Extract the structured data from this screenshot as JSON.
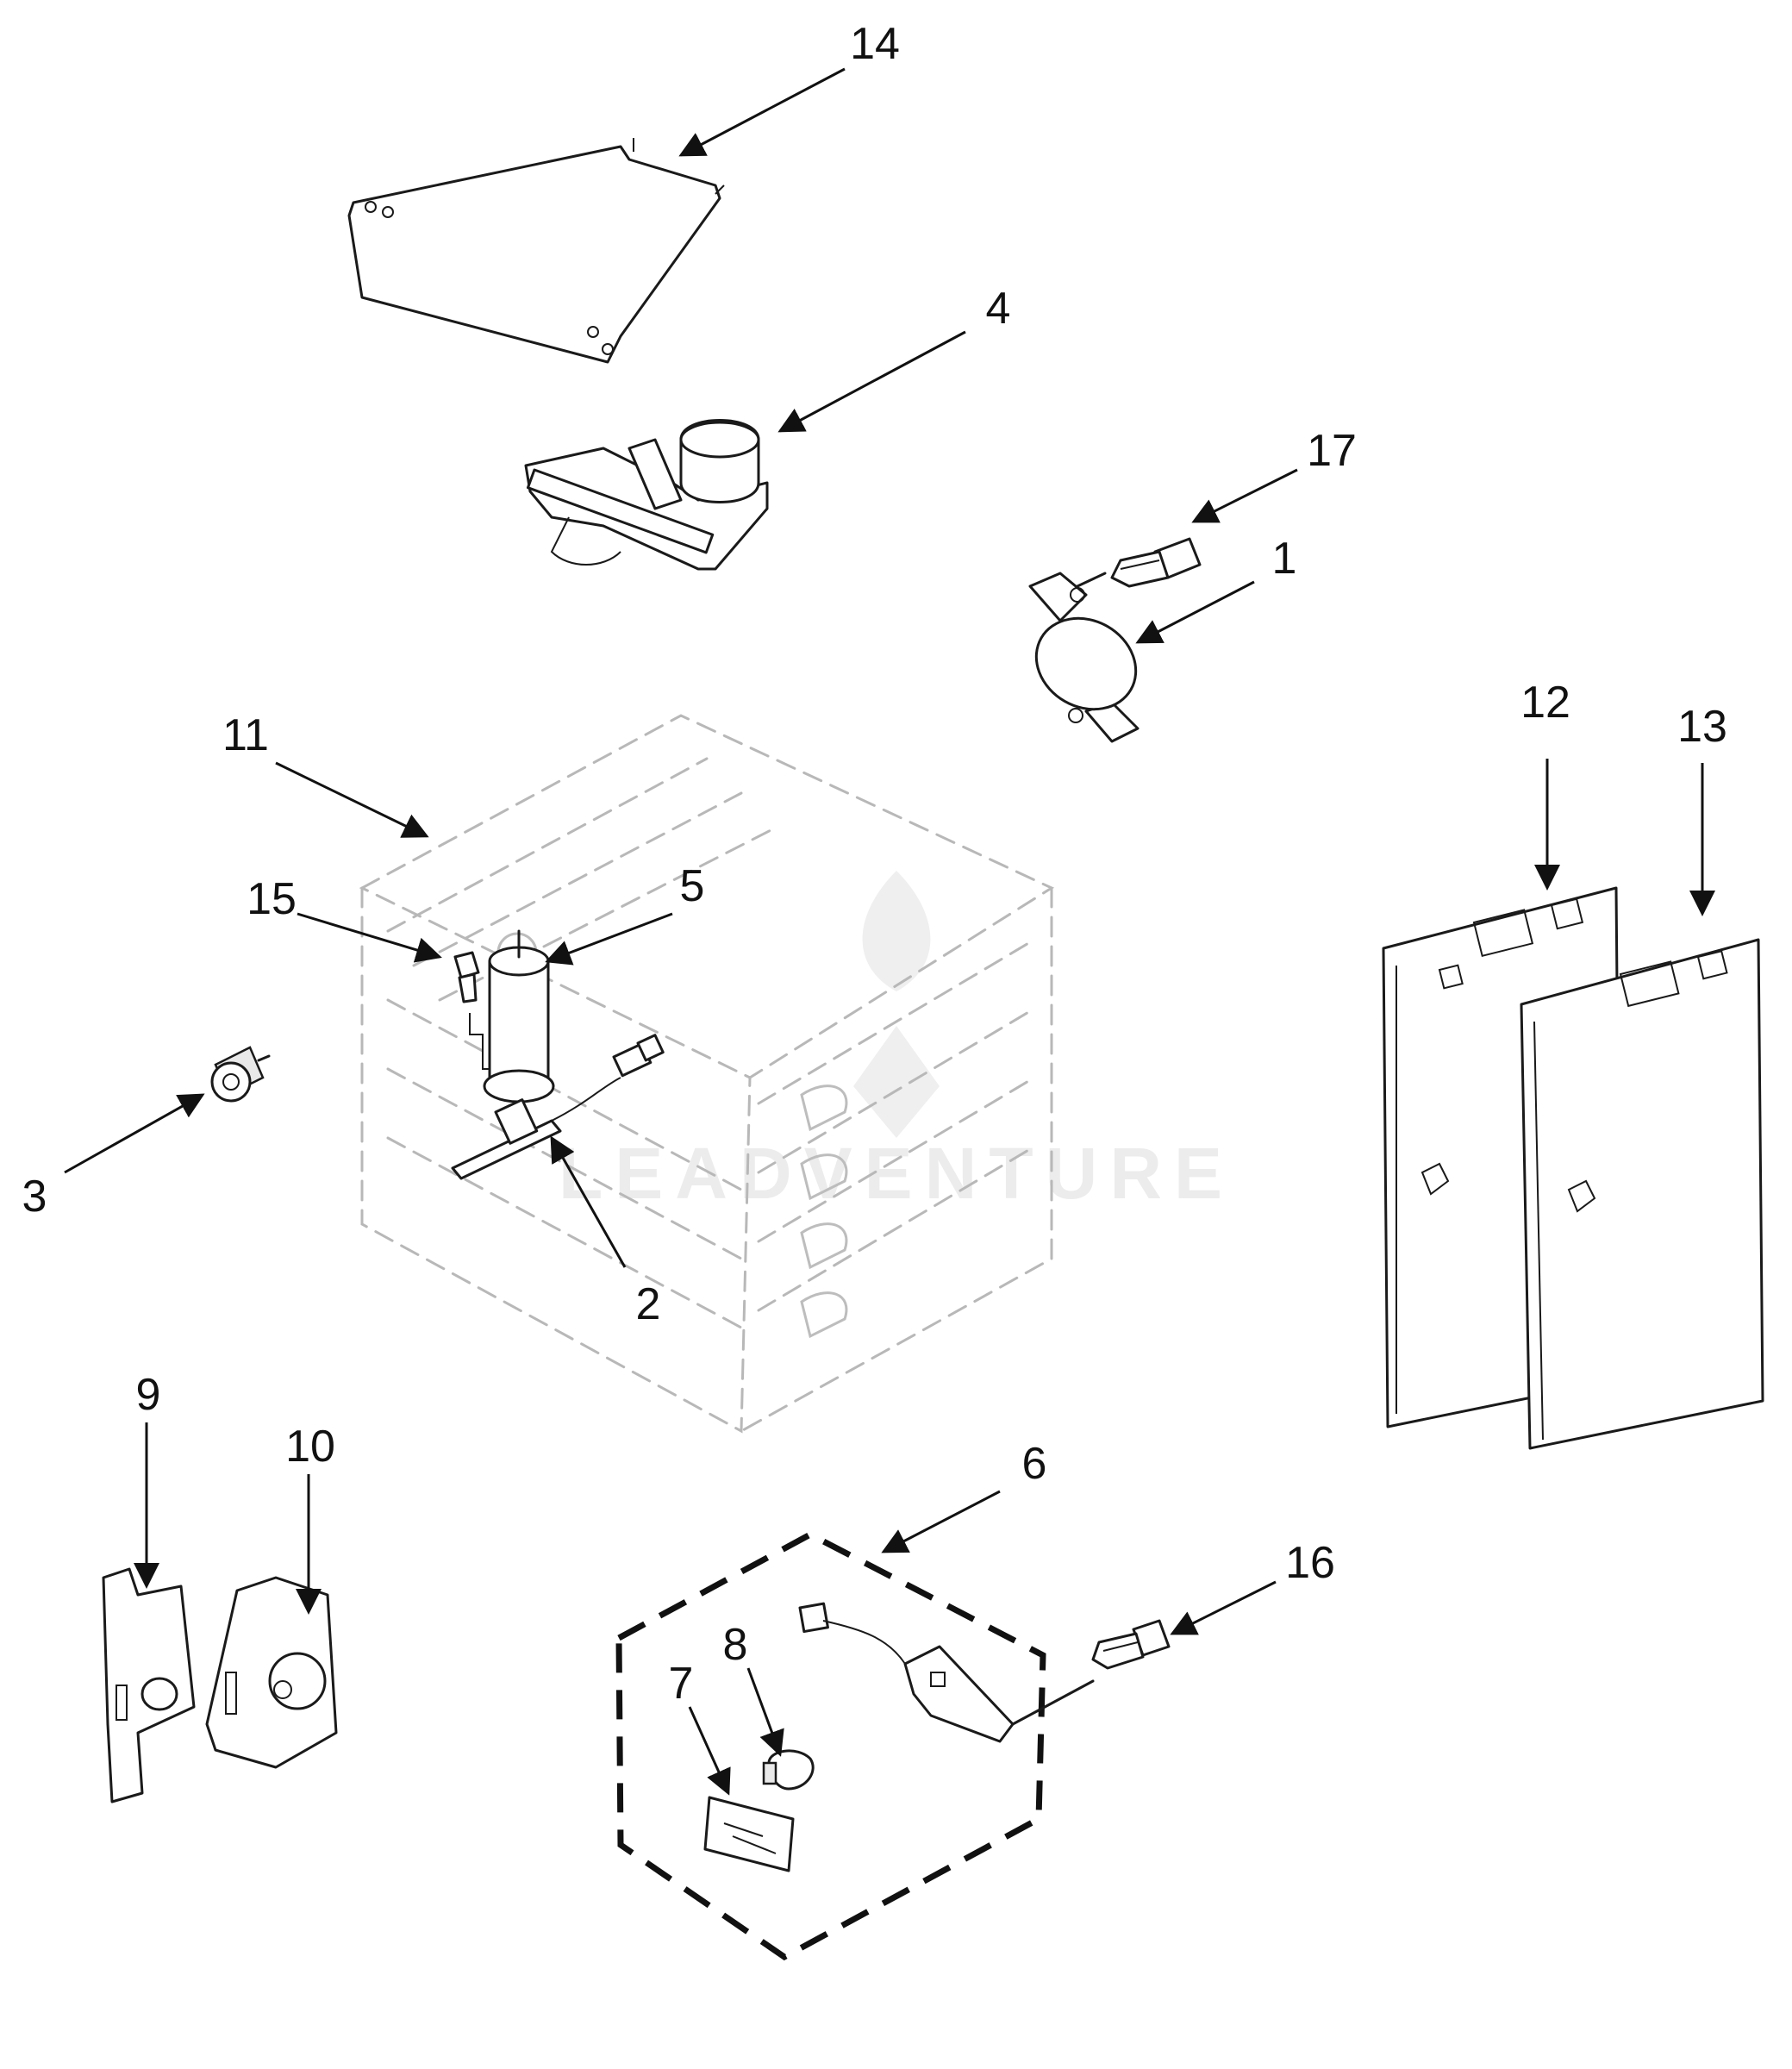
{
  "callouts": [
    {
      "label": "14"
    },
    {
      "label": "4"
    },
    {
      "label": "17"
    },
    {
      "label": "1"
    },
    {
      "label": "11"
    },
    {
      "label": "12"
    },
    {
      "label": "13"
    },
    {
      "label": "15"
    },
    {
      "label": "5"
    },
    {
      "label": "3"
    },
    {
      "label": "2"
    },
    {
      "label": "9"
    },
    {
      "label": "10"
    },
    {
      "label": "6"
    },
    {
      "label": "16"
    },
    {
      "label": "8"
    },
    {
      "label": "7"
    }
  ],
  "watermark": {
    "text": "LEADVENTURE"
  },
  "colors": {
    "line": "#1a1a1a",
    "ghost": "#b8b8b8",
    "watermark": "#ececec"
  }
}
